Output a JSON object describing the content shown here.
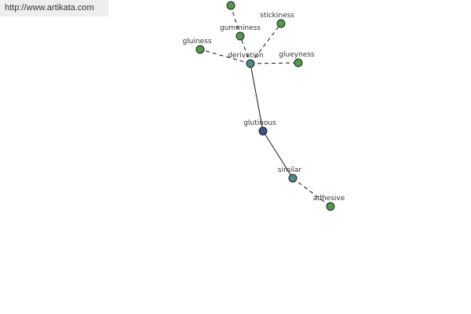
{
  "header": {
    "url": "http://www.artikata.com"
  },
  "graph": {
    "colors": {
      "root": "#3b4f8c",
      "relation": "#4f8a87",
      "word": "#4f9a4f",
      "stroke": "#222222"
    },
    "nodes": [
      {
        "id": "glutinous",
        "label": "glutinous",
        "kind": "root"
      },
      {
        "id": "derivation",
        "label": "derivation",
        "kind": "relation"
      },
      {
        "id": "similar",
        "label": "similar",
        "kind": "relation"
      },
      {
        "id": "gumminess",
        "label": "gumminess",
        "kind": "word"
      },
      {
        "id": "stickiness",
        "label": "stickiness",
        "kind": "word"
      },
      {
        "id": "gluiness",
        "label": "gluiness",
        "kind": "word"
      },
      {
        "id": "glueyness",
        "label": "glueyness",
        "kind": "word"
      },
      {
        "id": "top-word",
        "label": "",
        "kind": "word"
      },
      {
        "id": "adhesive",
        "label": "adhesive",
        "kind": "word"
      }
    ],
    "edges": [
      {
        "from": "glutinous",
        "to": "derivation",
        "style": "solid"
      },
      {
        "from": "glutinous",
        "to": "similar",
        "style": "solid"
      },
      {
        "from": "derivation",
        "to": "gumminess",
        "style": "dashed"
      },
      {
        "from": "derivation",
        "to": "stickiness",
        "style": "dashed"
      },
      {
        "from": "derivation",
        "to": "gluiness",
        "style": "dashed"
      },
      {
        "from": "derivation",
        "to": "glueyness",
        "style": "dashed"
      },
      {
        "from": "gumminess",
        "to": "top-word",
        "style": "dashed"
      },
      {
        "from": "similar",
        "to": "adhesive",
        "style": "dashed"
      }
    ]
  }
}
